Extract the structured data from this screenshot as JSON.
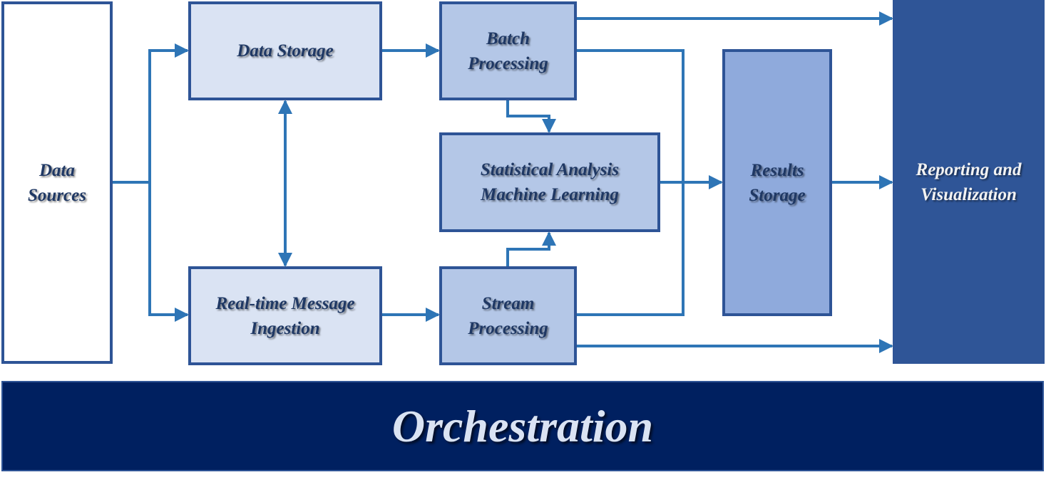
{
  "nodes": {
    "data_sources": "Data\nSources",
    "data_storage": "Data Storage",
    "batch_processing": "Batch\nProcessing",
    "statistical_analysis": "Statistical Analysis\nMachine Learning",
    "realtime_ingestion": "Real-time Message\nIngestion",
    "stream_processing": "Stream\nProcessing",
    "results_storage": "Results\nStorage",
    "reporting": "Reporting and\nVisualization"
  },
  "footer": {
    "orchestration": "Orchestration"
  },
  "colors": {
    "line": "#2e75b6",
    "border": "#2e5496",
    "text_dark": "#1f3864",
    "text_light": "#f2f2f2",
    "banner": "#002060"
  }
}
